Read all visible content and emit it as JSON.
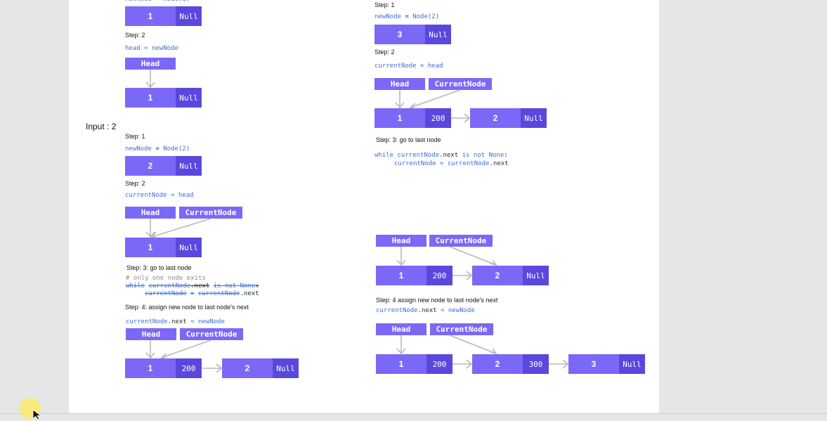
{
  "labels": {
    "input2": "Input : 2",
    "step1": "Step: 1",
    "step2": "Step: 2",
    "step3": "Step: 3:  go to last node",
    "step4a": "Step: 4: assign new node to last node's next",
    "step4b": "Step: 4 assign new node to last node's next"
  },
  "code": {
    "new_node_var": "newNode",
    "eq": "=",
    "node_fn": "Node(",
    "close": ")",
    "arg1": "1",
    "arg2": "2",
    "head_var": "head",
    "current_var": "currentNode",
    "while_kw": "while",
    "next_attr": ".next",
    "is_not_none": "is not None",
    "colon": ":",
    "comment_one_node": "# only one node exits"
  },
  "pointers": {
    "head": "Head",
    "current": "CurrentNode"
  },
  "nodes": {
    "null": "Null",
    "v1": "1",
    "v2": "2",
    "v3": "3",
    "a200": "200",
    "a300": "300"
  },
  "colors": {
    "node_value": "#7b68f6",
    "node_next": "#5a48de",
    "arrow": "#b8b8b8",
    "code_keyword": "#3b6fd6"
  },
  "icons": [
    "down-arrow-icon",
    "right-arrow-icon",
    "mouse-pointer-icon"
  ]
}
